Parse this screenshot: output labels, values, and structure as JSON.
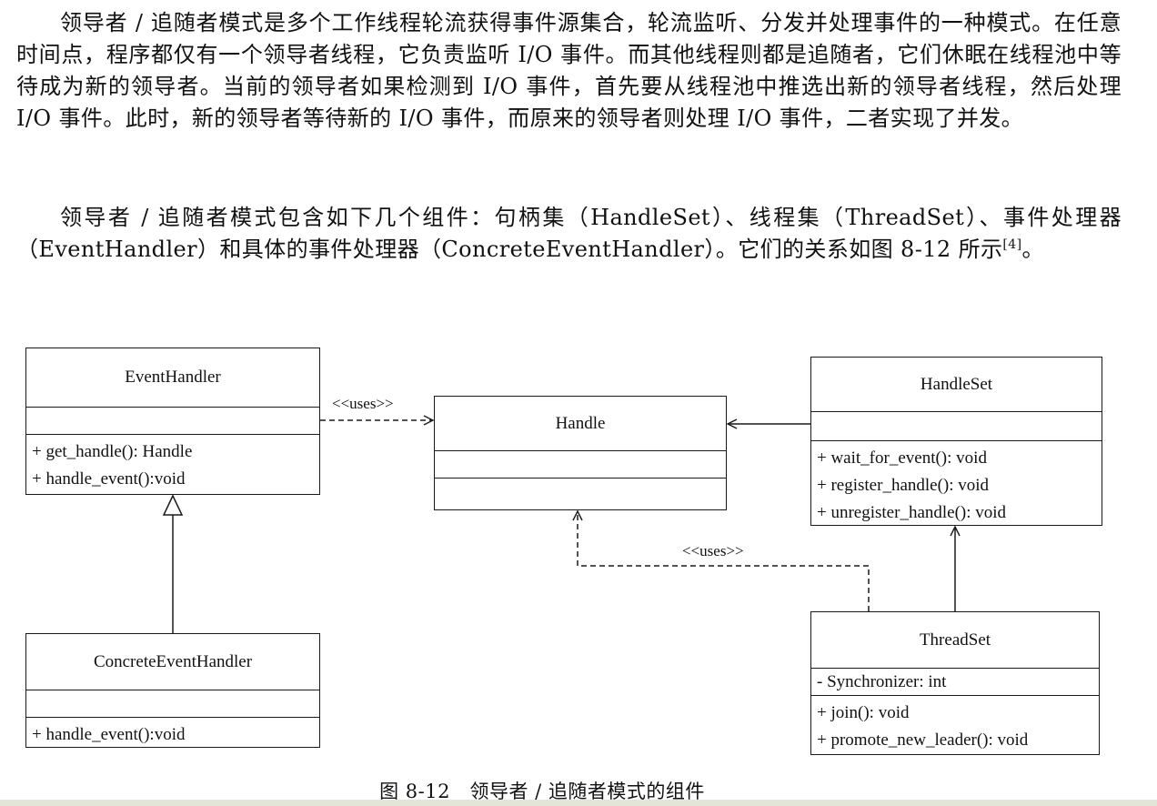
{
  "text": {
    "paragraph_1": "领导者 / 追随者模式是多个工作线程轮流获得事件源集合，轮流监听、分发并处理事件的一种模式。在任意时间点，程序都仅有一个领导者线程，它负责监听 I/O 事件。而其他线程则都是追随者，它们休眠在线程池中等待成为新的领导者。当前的领导者如果检测到 I/O 事件，首先要从线程池中推选出新的领导者线程，然后处理 I/O 事件。此时，新的领导者等待新的 I/O 事件，而原来的领导者则处理 I/O 事件，二者实现了并发。",
    "paragraph_2": "领导者 / 追随者模式包含如下几个组件：句柄集（HandleSet）、线程集（ThreadSet）、事件处理器（EventHandler）和具体的事件处理器（ConcreteEventHandler）。它们的关系如图 8-12 所示",
    "paragraph_2_citation": "[4]",
    "paragraph_2_end": "。"
  },
  "diagram": {
    "event_handler": {
      "name": "EventHandler",
      "methods": [
        "+ get_handle(): Handle",
        "+ handle_event():void"
      ]
    },
    "handle": {
      "name": "Handle"
    },
    "handle_set": {
      "name": "HandleSet",
      "methods": [
        "+ wait_for_event(): void",
        "+ register_handle(): void",
        "+ unregister_handle(): void"
      ]
    },
    "concrete_event_handler": {
      "name": "ConcreteEventHandler",
      "methods": [
        "+ handle_event():void"
      ]
    },
    "thread_set": {
      "name": "ThreadSet",
      "attributes": [
        "- Synchronizer: int"
      ],
      "methods": [
        "+ join(): void",
        "+ promote_new_leader(): void"
      ]
    },
    "stereotype_1": "<<uses>>",
    "stereotype_2": "<<uses>>"
  },
  "caption": "图 8-12　领导者 / 追随者模式的组件"
}
